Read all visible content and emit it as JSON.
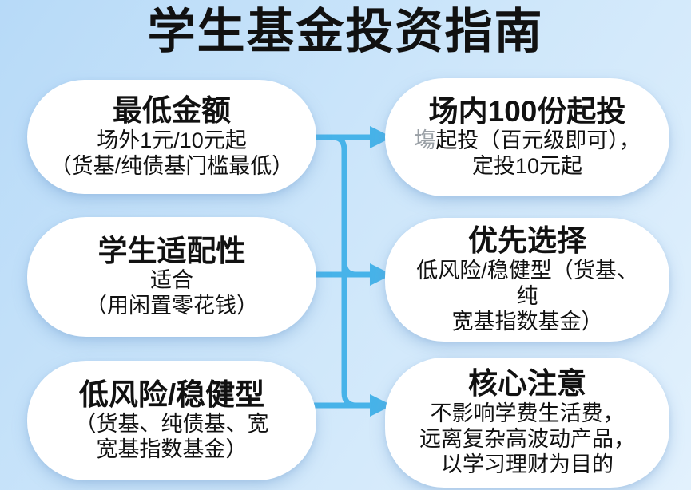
{
  "title": "学生基金投资指南",
  "colors": {
    "background_top": "#b7daf8",
    "background_mid": "#cde6fa",
    "background_bottom": "#e2f1fd",
    "connector": "#47b3e9",
    "box_bg": "#ffffff",
    "text": "#111111",
    "muted_text": "#9aa0a6"
  },
  "boxes": [
    {
      "id": "min-amount",
      "heading": "最低金额",
      "lines": [
        "场外1元/10元起",
        "（货基/纯债基门槛最低）"
      ]
    },
    {
      "id": "student-fit",
      "heading": "学生适配性",
      "lines": [
        "适合",
        "（用闲置零花钱）"
      ]
    },
    {
      "id": "low-risk-type",
      "heading": "低风险/稳健型",
      "lines": [
        "（货基、纯债基、宽",
        "宽基指数基金）"
      ]
    },
    {
      "id": "onsite-100-units",
      "heading": "场内100份起投",
      "muted_prefix": "塲",
      "lines": [
        "起投（百元级即可），",
        "定投10元起"
      ]
    },
    {
      "id": "priority-choice",
      "heading": "优先选择",
      "lines": [
        "低风险/稳健型（货基、纯",
        "宽基指数基金）"
      ]
    },
    {
      "id": "core-notes",
      "heading": "核心注意",
      "lines": [
        "不影响学费生活费，",
        "远离复杂高波动产品，",
        "以学习理财为目的"
      ]
    }
  ]
}
